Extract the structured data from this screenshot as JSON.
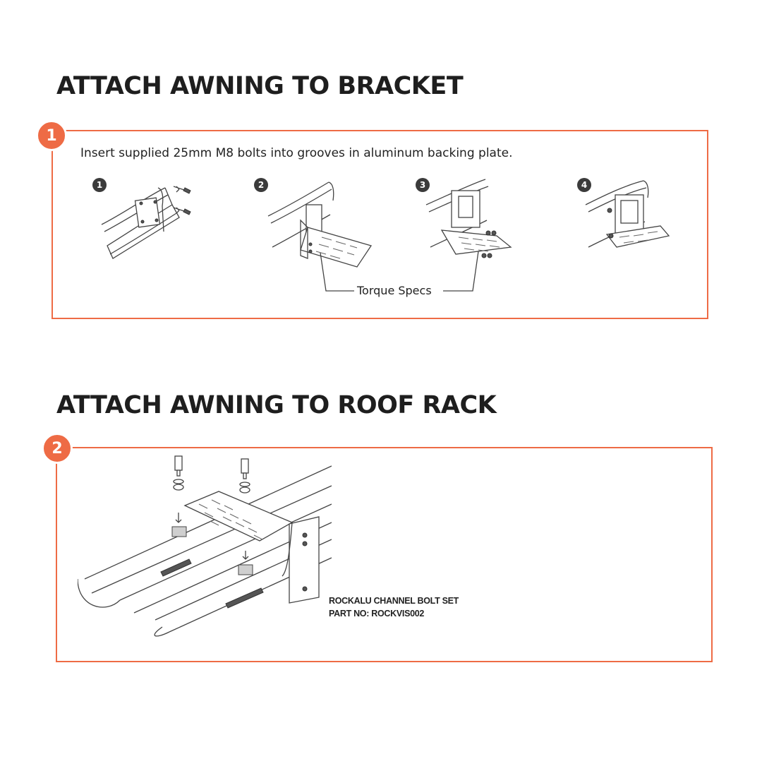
{
  "sections": [
    {
      "title": "ATTACH AWNING TO BRACKET",
      "step_number": "1",
      "instruction": "Insert supplied 25mm M8 bolts into grooves in aluminum backing plate.",
      "sub_steps": [
        "1",
        "2",
        "3",
        "4"
      ],
      "callout": "Torque Specs"
    },
    {
      "title": "ATTACH AWNING TO ROOF RACK",
      "step_number": "2",
      "part_label_line1": "ROCKALU CHANNEL BOLT SET",
      "part_label_line2": "PART NO: ROCKVIS002"
    }
  ],
  "colors": {
    "accent": "#ee6b45",
    "heading": "#1e1e1e",
    "sub_badge": "#3b3b3b"
  }
}
